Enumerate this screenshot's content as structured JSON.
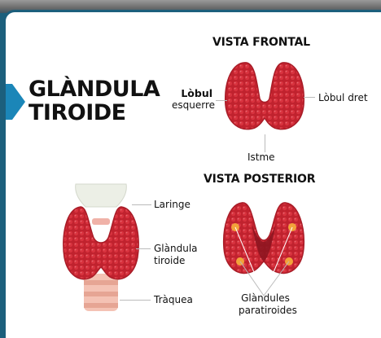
{
  "title": {
    "line1": "GLÀNDULA",
    "line2": "TIROIDE"
  },
  "frontal_view": {
    "heading": "VISTA FRONTAL",
    "left_lobe_line1": "Lòbul",
    "left_lobe_line2": "esquerre",
    "right_lobe": "Lòbul dret",
    "isthmus": "Istme"
  },
  "posterior_view": {
    "heading": "VISTA POSTERIOR",
    "parathyroid_line1": "Glàndules",
    "parathyroid_line2": "paratiroides"
  },
  "neck_view": {
    "larynx": "Laringe",
    "thyroid_line1": "Glàndula",
    "thyroid_line2": "tiroide",
    "trachea": "Tràquea"
  },
  "colors": {
    "accent_blue": "#1b86b8",
    "frame": "#1c5f7c",
    "gland_red": "#c0222e",
    "gland_dark": "#8e1520",
    "parathyroid": "#f2a23a"
  }
}
